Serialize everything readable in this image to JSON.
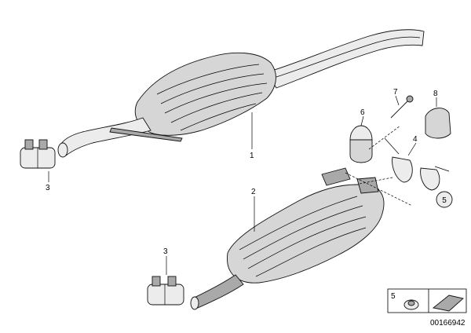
{
  "labels": {
    "main_pipe": "1",
    "rear_silencer": "2",
    "clamp_front": "3",
    "clamp_rear": "3",
    "hanger": "4",
    "rubber_mount": "5",
    "rubber_mount_inset": "5",
    "damper": "6",
    "screw": "7",
    "cap": "8"
  },
  "drawing_number": "00166942"
}
